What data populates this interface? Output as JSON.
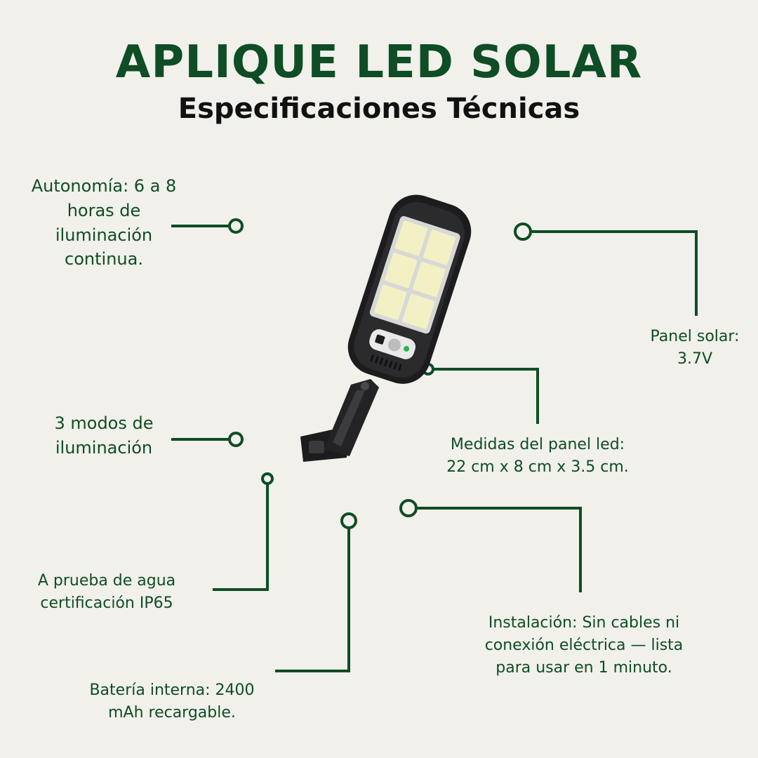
{
  "header": {
    "title": "APLIQUE LED SOLAR",
    "subtitle": "Especificaciones Técnicas"
  },
  "specs": {
    "autonomia": [
      "Autonomía: 6 a 8",
      "horas de",
      "iluminación",
      "continua."
    ],
    "panel_solar": [
      "Panel solar:",
      "3.7V"
    ],
    "modos": [
      "3 modos de",
      "iluminación"
    ],
    "medidas": [
      "Medidas del panel led:",
      "22 cm x 8 cm x 3.5 cm."
    ],
    "agua": [
      "A prueba de agua",
      "certificación IP65"
    ],
    "instalacion": [
      "Instalación: Sin cables ni",
      "conexión eléctrica — lista",
      "para usar en 1 minuto."
    ],
    "bateria": [
      "Batería interna: 2400",
      "mAh recargable."
    ]
  },
  "colors": {
    "accent": "#0e4d25",
    "background": "#f1f0eb",
    "lamp_body": "#1c1c1e",
    "led": "#f3f1c4"
  },
  "icons": {
    "product": "solar-led-wall-lamp-image"
  }
}
